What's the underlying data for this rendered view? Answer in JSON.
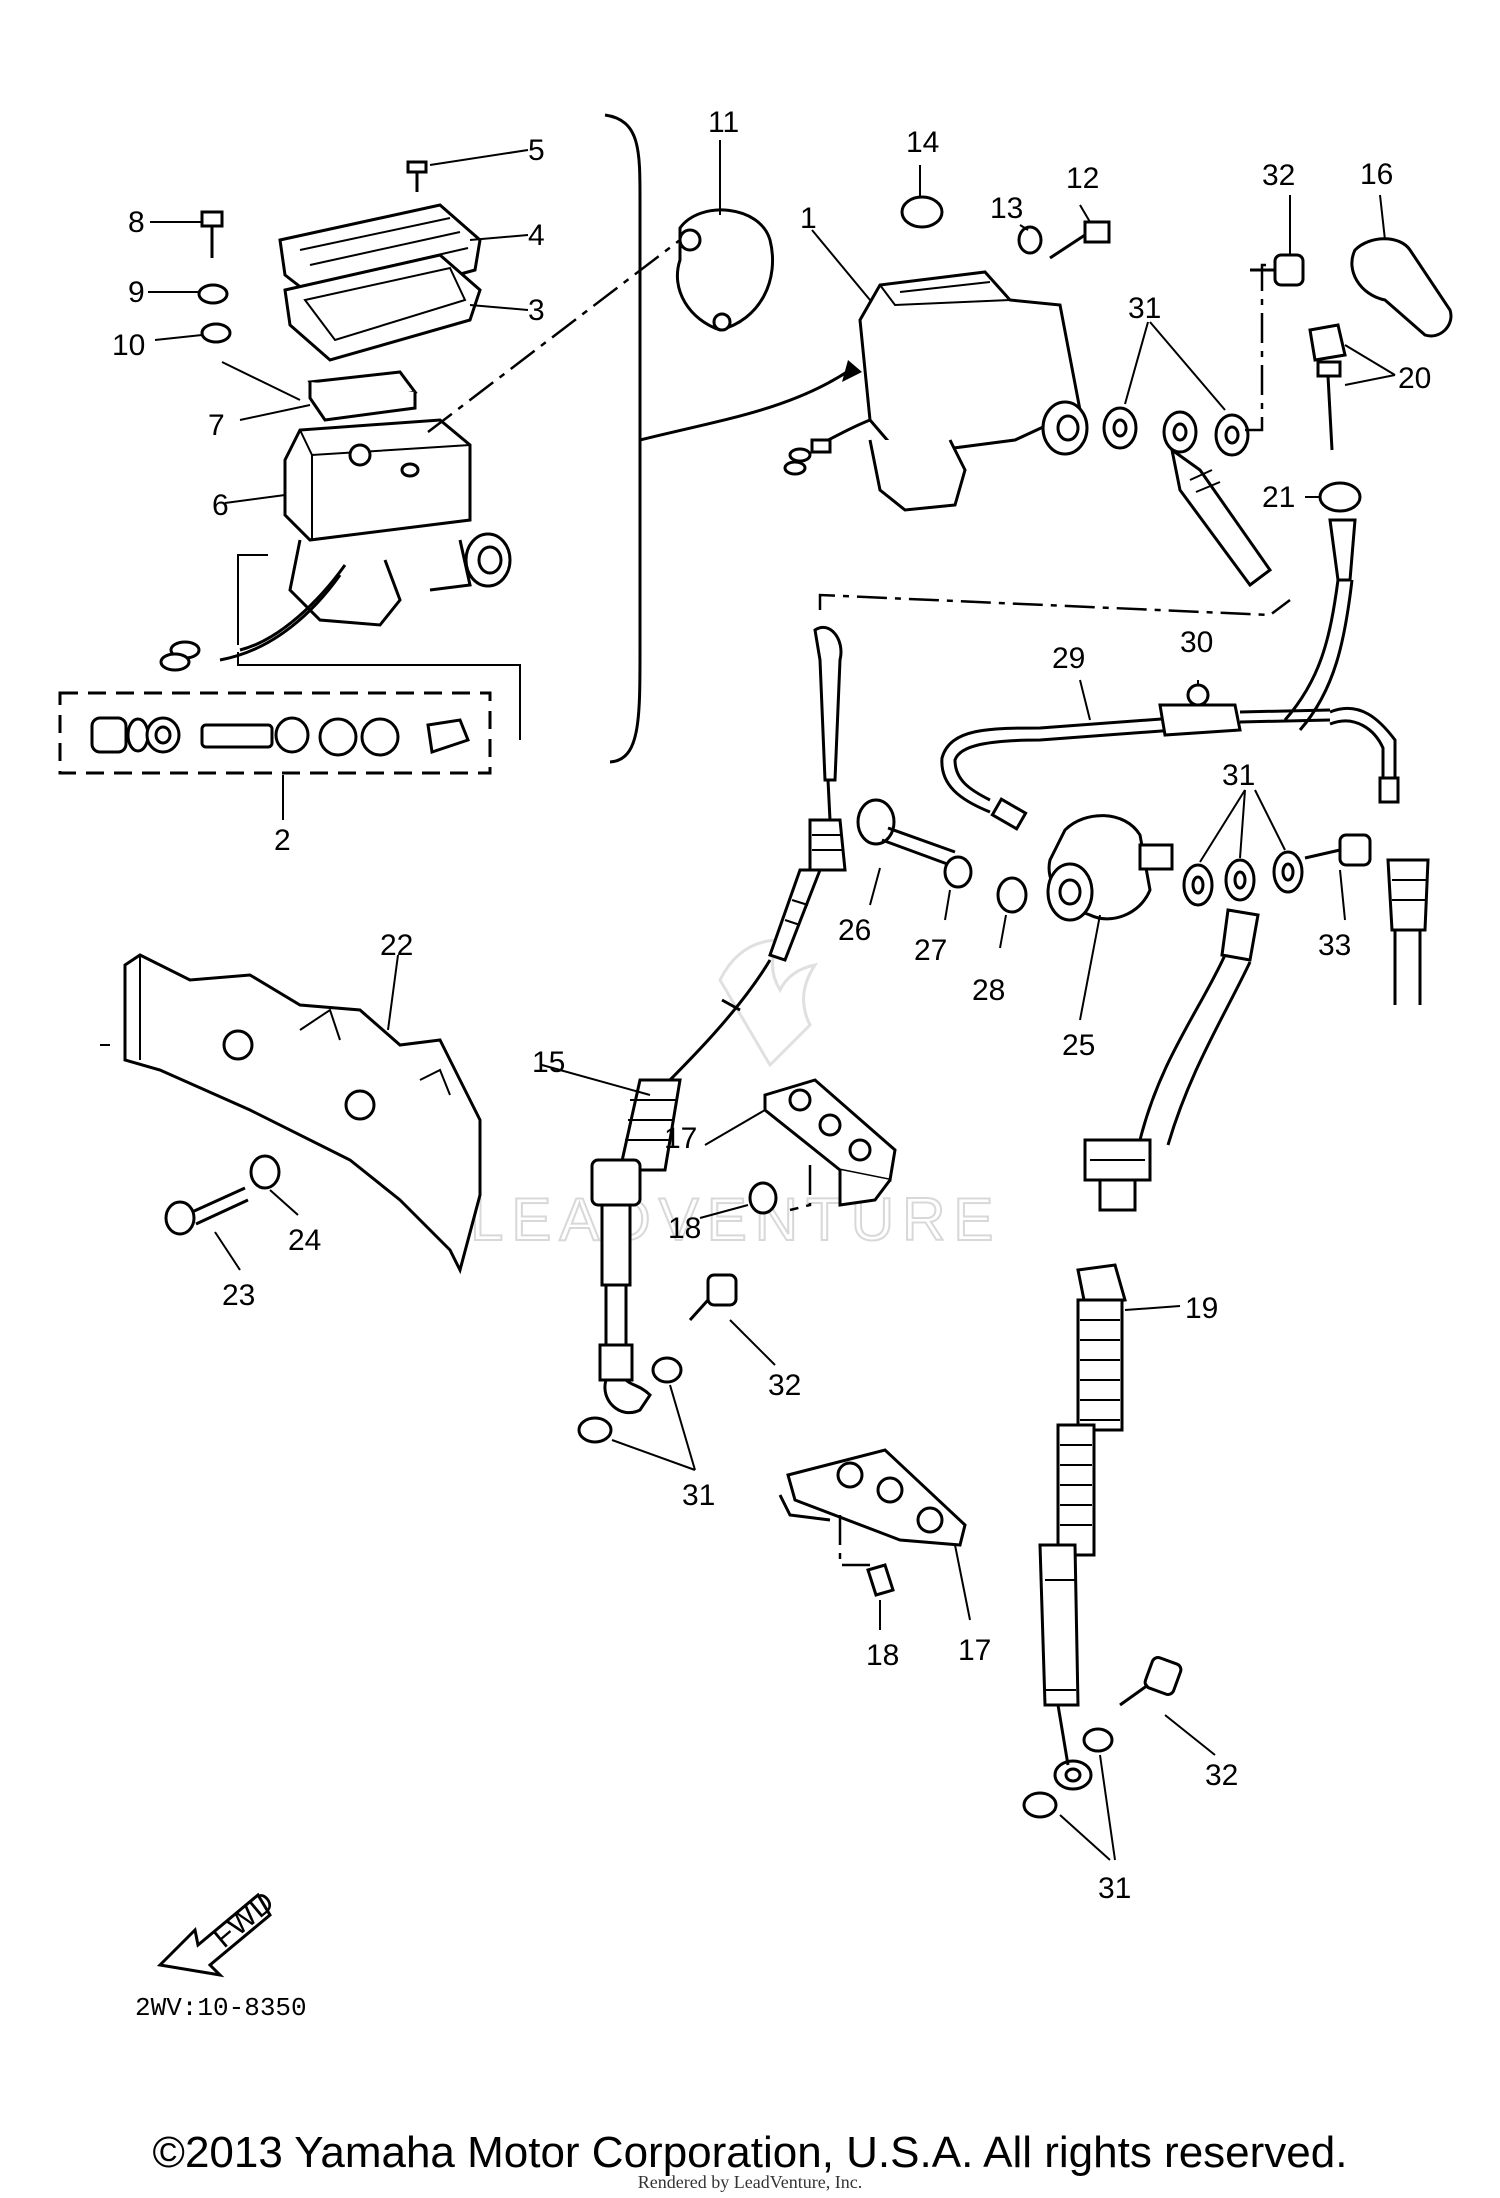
{
  "labels": {
    "p1": "1",
    "p2": "2",
    "p3": "3",
    "p4": "4",
    "p5": "5",
    "p6": "6",
    "p7": "7",
    "p8": "8",
    "p9": "9",
    "p10": "10",
    "p11": "11",
    "p12": "12",
    "p13": "13",
    "p14": "14",
    "p15": "15",
    "p16": "16",
    "p17": "17",
    "p18": "18",
    "p19": "19",
    "p20": "20",
    "p21": "21",
    "p22": "22",
    "p23": "23",
    "p24": "24",
    "p25": "25",
    "p26": "26",
    "p27": "27",
    "p28": "28",
    "p29": "29",
    "p30": "30",
    "p31": "31",
    "p32": "32",
    "p33": "33"
  },
  "fwd_label": "FWD",
  "diagram_code": "2WV:10-8350",
  "watermark": "LEADVENTURE",
  "copyright": "©2013 Yamaha Motor Corporation, U.S.A. All rights reserved.",
  "rendered_by": "Rendered by LeadVenture, Inc."
}
